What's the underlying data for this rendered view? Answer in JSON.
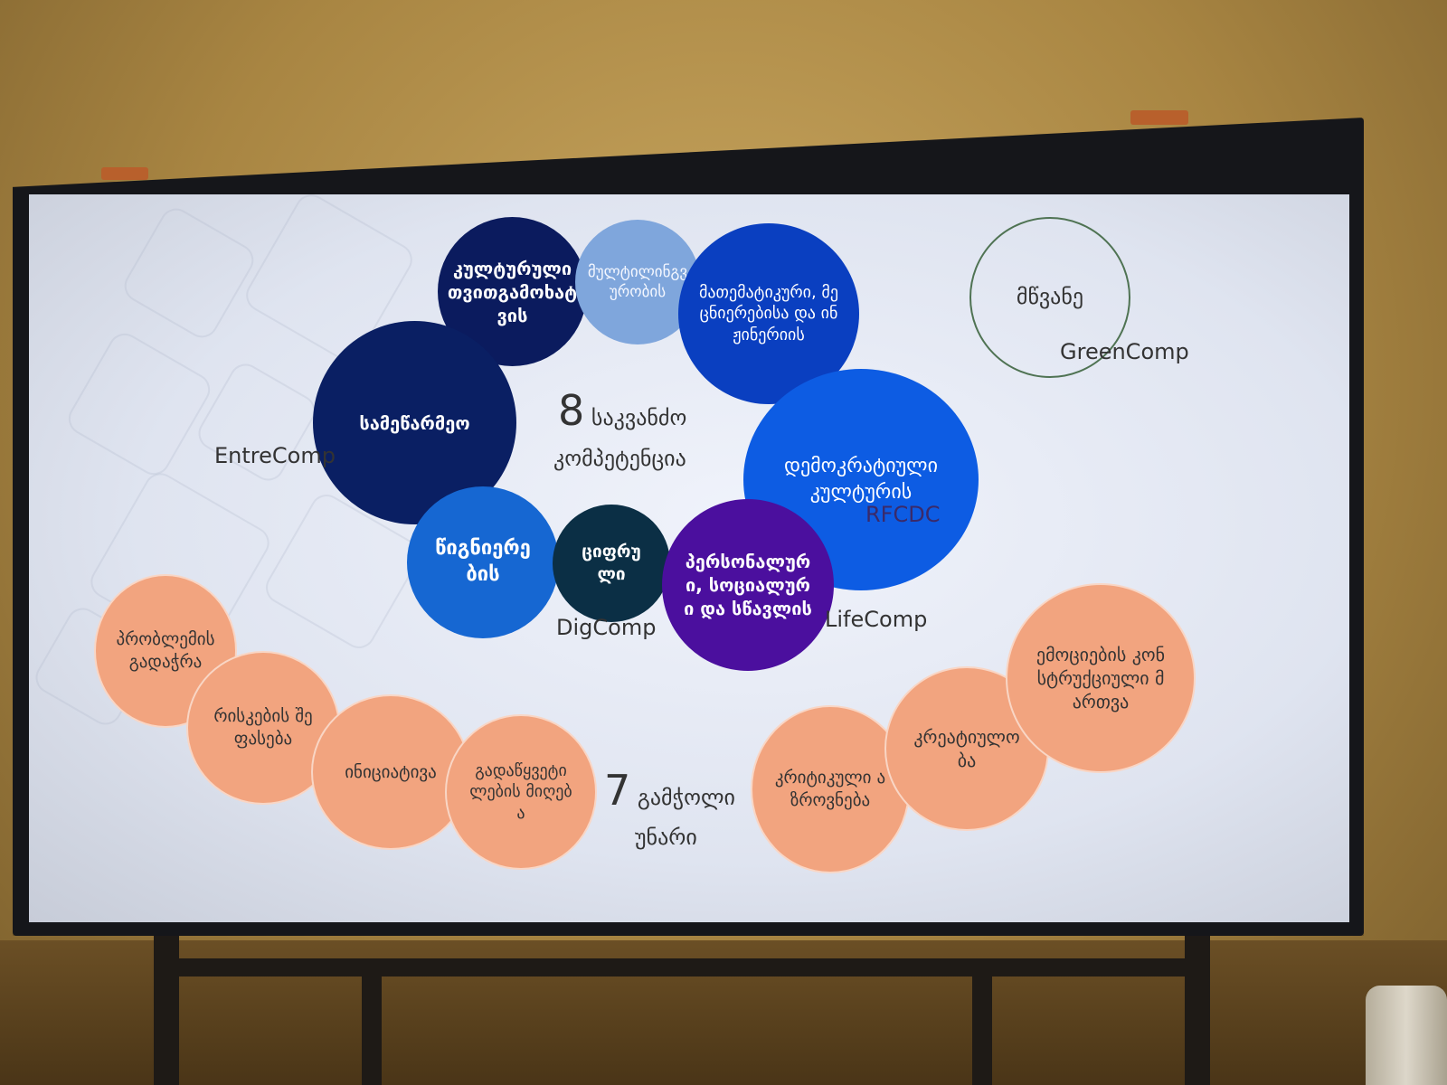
{
  "center_title": {
    "number": "8",
    "line1": "საკვანძო",
    "line2": "კომპეტენცია"
  },
  "bottom_title": {
    "number": "7",
    "line1": "გამჭოლი",
    "line2": "უნარი"
  },
  "framework_labels": {
    "entre": "EntreComp",
    "dig": "DigComp",
    "life": "LifeComp",
    "rfcdc": "RFCDC",
    "green": "GreenComp"
  },
  "competencies": [
    {
      "text": "კულტურული თვითგამოხატვის",
      "color": "#0b1b5e"
    },
    {
      "text": "მულტილინგვურობის",
      "color": "#7fa6dc"
    },
    {
      "text": "მათემატიკური, მეცნიერებისა და ინჟინერიის",
      "color": "#0a3fc0"
    },
    {
      "text": "სამეწარმეო",
      "color": "#0a1f63"
    },
    {
      "text": "დემოკრატიული კულტურის",
      "color": "#0d5ce3"
    },
    {
      "text": "წიგნიერების",
      "color": "#1667d2"
    },
    {
      "text": "ციფრული",
      "color": "#0b2f45"
    },
    {
      "text": "პერსონალური, სოციალური და სწავლის",
      "color": "#4b0f9e"
    }
  ],
  "green_circle": {
    "text": "მწვანე",
    "color": "#4f7353"
  },
  "skills": [
    {
      "text": "პრობლემის გადაჭრა"
    },
    {
      "text": "რისკების შეფასება"
    },
    {
      "text": "ინიციატივა"
    },
    {
      "text": "გადაწყვეტილების მიღება"
    },
    {
      "text": "კრიტიკული აზროვნება"
    },
    {
      "text": "კრეატიულობა"
    },
    {
      "text": "ემოციების კონსტრუქციული მართვა"
    }
  ],
  "colors": {
    "peach": "#f2a47f",
    "screen": "#e8ecf6",
    "wall": "#b89550"
  }
}
